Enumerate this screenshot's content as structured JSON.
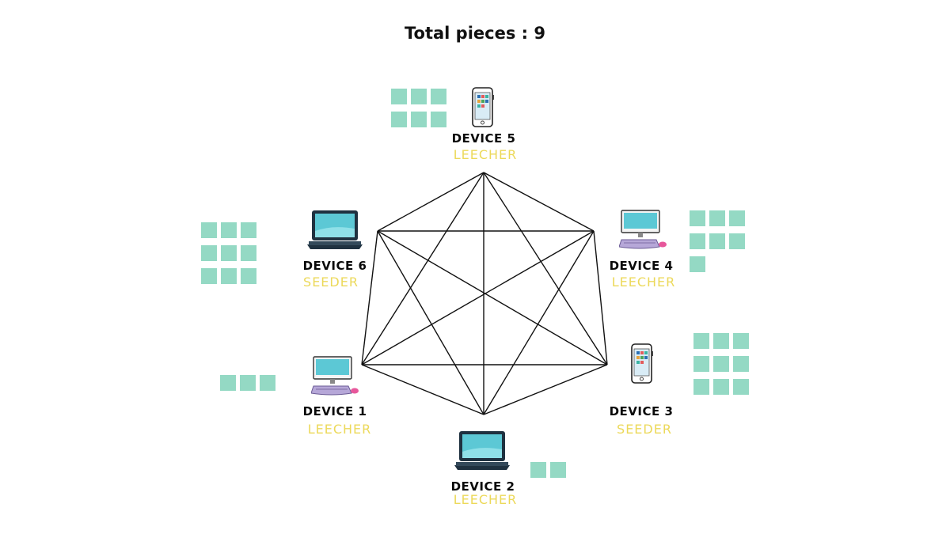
{
  "title": "Total pieces : 9",
  "colors": {
    "piece": "#94d9c4",
    "role": "#ecd95a",
    "line": "#111111",
    "screen": "#5cc8d5"
  },
  "devices": [
    {
      "id": "device-1",
      "name": "DEVICE 1",
      "role": "LEECHER",
      "icon": "desktop-icon",
      "pieces": 3
    },
    {
      "id": "device-2",
      "name": "DEVICE 2",
      "role": "LEECHER",
      "icon": "laptop-icon",
      "pieces": 2
    },
    {
      "id": "device-3",
      "name": "DEVICE 3",
      "role": "SEEDER",
      "icon": "phone-icon",
      "pieces": 9
    },
    {
      "id": "device-4",
      "name": "DEVICE 4",
      "role": "LEECHER",
      "icon": "desktop-icon",
      "pieces": 7
    },
    {
      "id": "device-5",
      "name": "DEVICE 5",
      "role": "LEECHER",
      "icon": "phone-icon",
      "pieces": 6
    },
    {
      "id": "device-6",
      "name": "DEVICE 6",
      "role": "SEEDER",
      "icon": "laptop-icon",
      "pieces": 9
    }
  ]
}
